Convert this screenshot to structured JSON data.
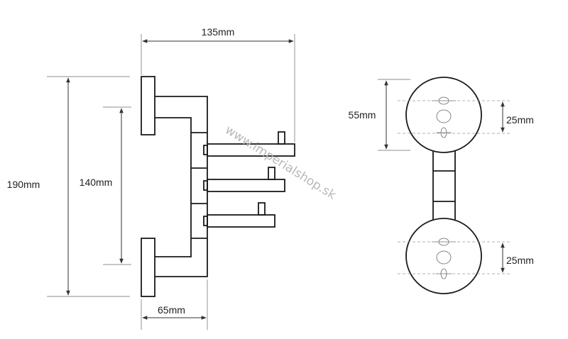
{
  "dimensions": {
    "width_total": "135mm",
    "height_total": "190mm",
    "hole_spacing": "140mm",
    "depth_base": "65mm",
    "rosette_spacing": "55mm",
    "top_rosette_hole": "25mm",
    "bottom_rosette_hole": "25mm"
  },
  "watermark": "www.imperialshop.sk",
  "colors": {
    "line": "#1a1a1a",
    "dimension": "#333333",
    "watermark": "#b8b8b8"
  }
}
